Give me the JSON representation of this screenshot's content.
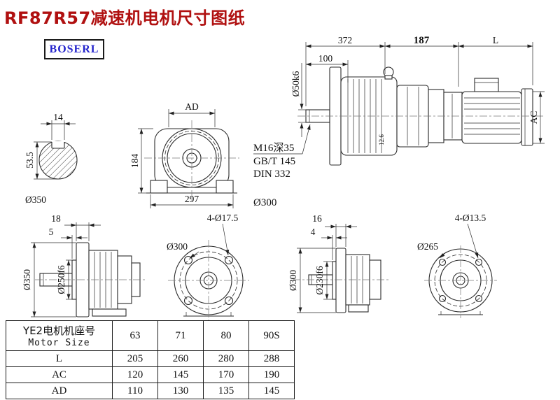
{
  "header": {
    "title": "RF87R57减速机电机尺寸图纸",
    "logo": "BOSERL"
  },
  "side_view": {
    "dim_total": "372",
    "dim_adapter": "187",
    "dim_motor": "L",
    "dim_shaft_len": "100",
    "dim_shaft_dia": "Ø50k6",
    "dim_motor_dia": "AC",
    "dim_flange": "12.6"
  },
  "shaft_section": {
    "dim_key_width": "14",
    "dim_key_height": "53.5",
    "dim_flange_dia": "Ø350"
  },
  "front_view": {
    "dim_width": "AD",
    "dim_height": "184",
    "dim_base": "297"
  },
  "thread_note": {
    "tap": "M16深35",
    "std_gb": "GB/T 145",
    "std_din": "DIN 332",
    "dia": "Ø300"
  },
  "flange_left": {
    "dim_thickness": "18",
    "dim_spigot": "5",
    "dim_od": "Ø350",
    "dim_spigot_dia": "Ø250f6",
    "dim_face_dia": "Ø300",
    "dim_holes": "4-Ø17.5"
  },
  "flange_right": {
    "dim_thickness": "16",
    "dim_spigot": "4",
    "dim_od": "Ø300",
    "dim_spigot_dia": "Ø230f6",
    "dim_face_dia": "Ø265",
    "dim_holes": "4-Ø13.5"
  },
  "table": {
    "header_cn": "YE2电机机座号",
    "header_en": "Motor Size",
    "sizes": [
      "63",
      "71",
      "80",
      "90S"
    ],
    "rows": [
      {
        "label": "L",
        "values": [
          "205",
          "260",
          "280",
          "288"
        ]
      },
      {
        "label": "AC",
        "values": [
          "120",
          "145",
          "170",
          "190"
        ]
      },
      {
        "label": "AD",
        "values": [
          "110",
          "130",
          "135",
          "145"
        ]
      }
    ]
  }
}
